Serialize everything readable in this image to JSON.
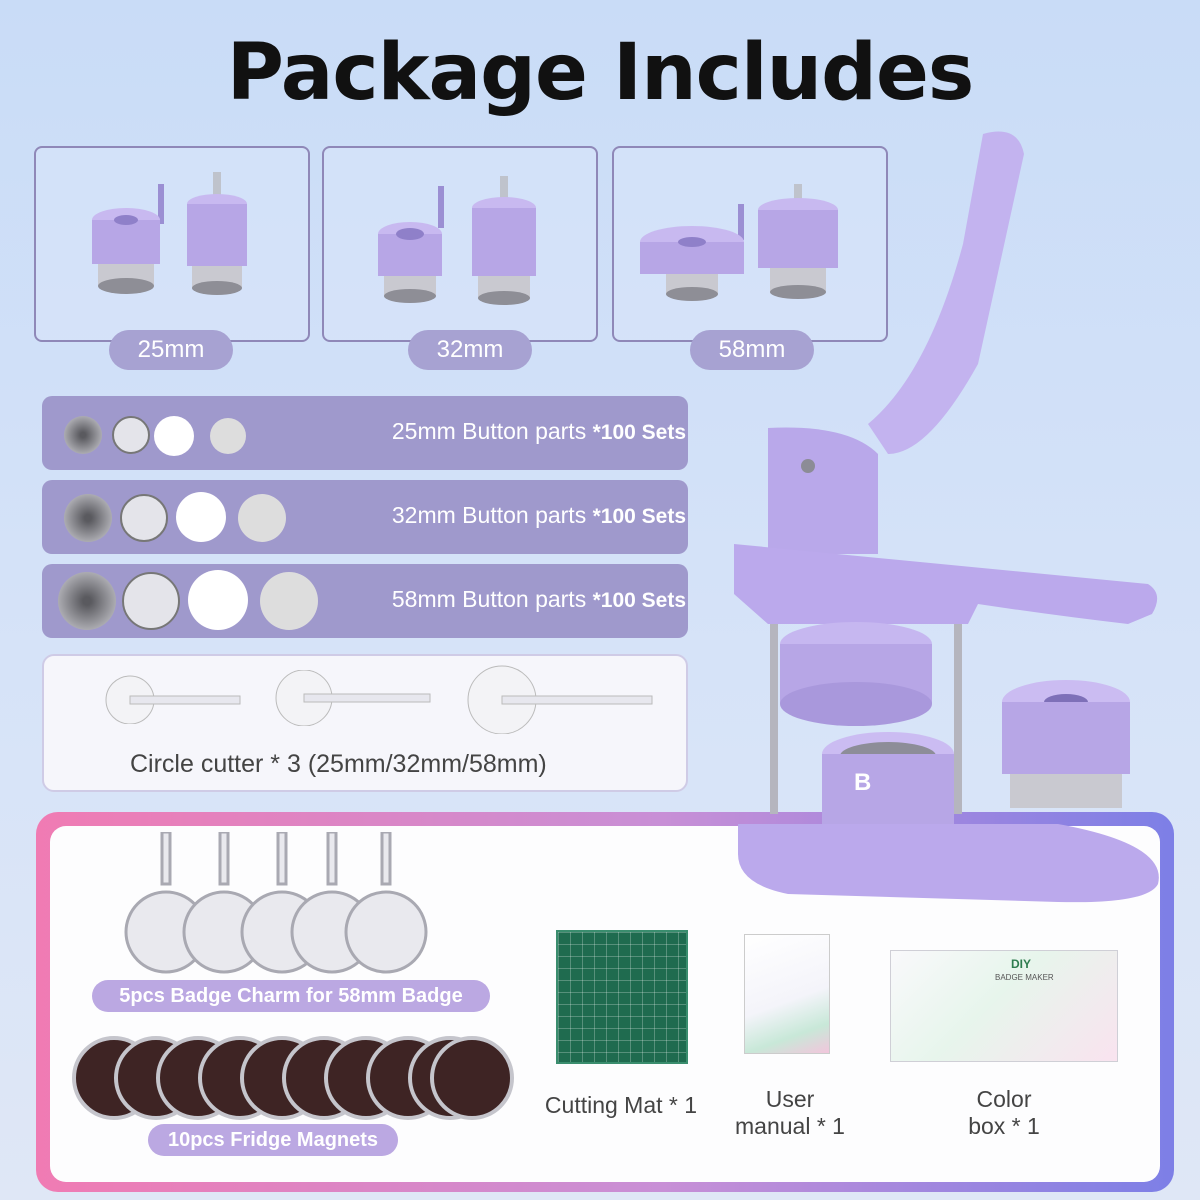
{
  "title": "Package Includes",
  "die_sets": [
    {
      "label": "25mm"
    },
    {
      "label": "32mm"
    },
    {
      "label": "58mm"
    }
  ],
  "button_parts": [
    {
      "label": "25mm Button parts",
      "qty": "*100 Sets"
    },
    {
      "label": "32mm Button parts",
      "qty": "*100 Sets"
    },
    {
      "label": "58mm Button parts",
      "qty": "*100 Sets"
    }
  ],
  "circle_cutter": {
    "label": "Circle cutter * 3 (25mm/32mm/58mm)"
  },
  "machine_mark": "B",
  "badge_charm": {
    "label": "5pcs Badge Charm for 58mm Badge"
  },
  "fridge_magnets": {
    "label": "10pcs Fridge Magnets"
  },
  "cutting_mat": {
    "label": "Cutting Mat * 1"
  },
  "user_manual": {
    "label_line1": "User",
    "label_line2": "manual * 1"
  },
  "color_box": {
    "label_line1": "Color",
    "label_line2": "box * 1",
    "brand": "DIY",
    "subtitle": "BADGE MAKER"
  },
  "colors": {
    "purple": "#b7a6e6",
    "label_bg": "#a7a2d2",
    "row_bg": "#9f99cc",
    "pill_bg": "#bba8e2"
  }
}
